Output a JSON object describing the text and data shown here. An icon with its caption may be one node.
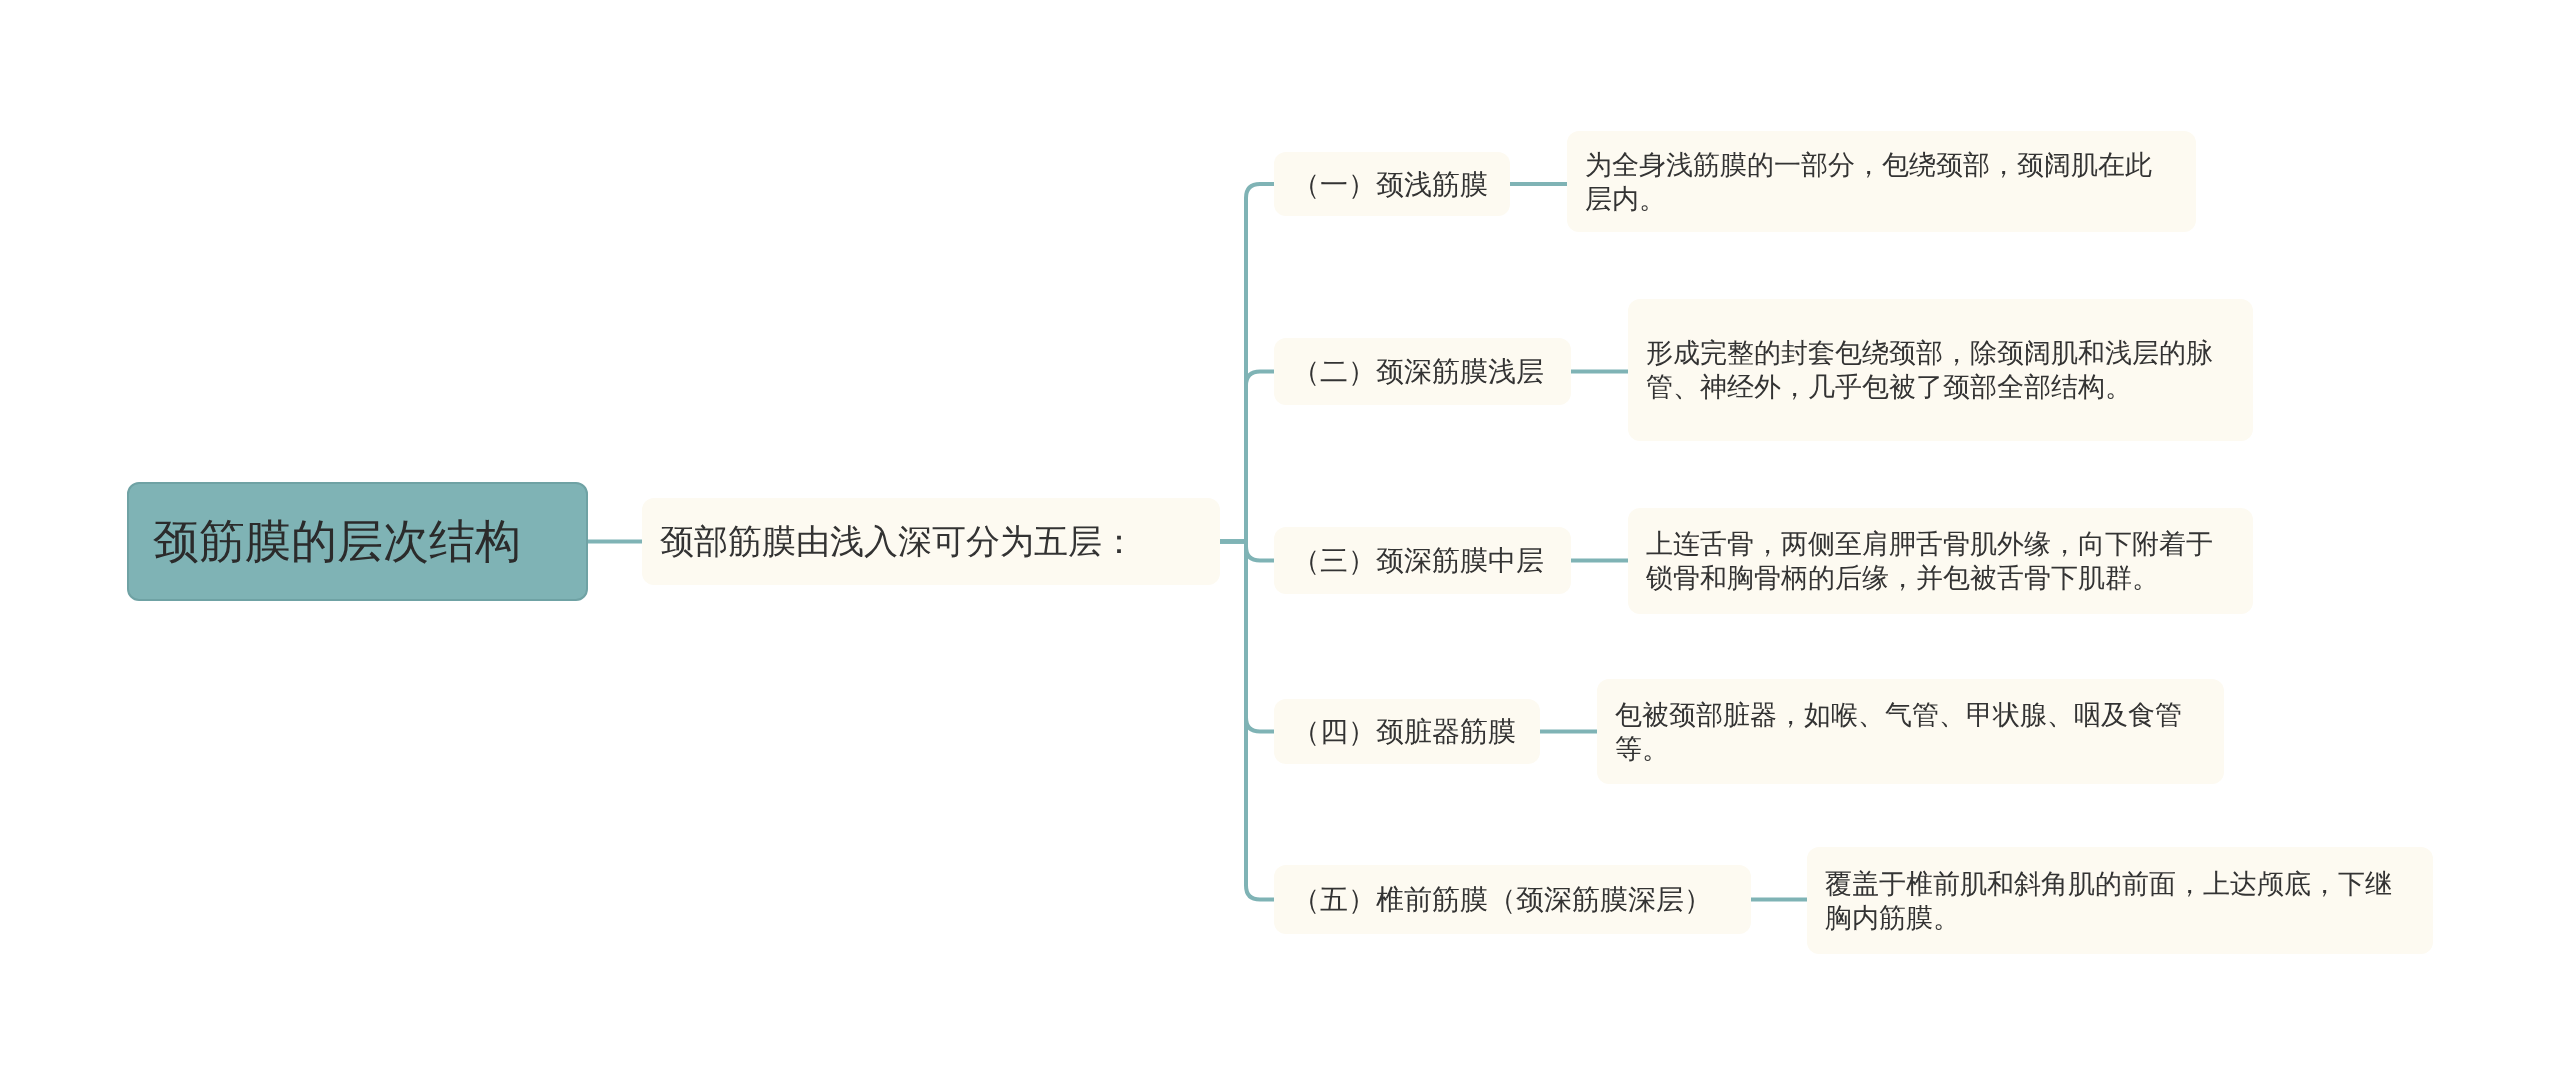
{
  "diagram": {
    "nodes": [
      {
        "text": [
          "颈筋膜的层次结构"
        ]
      },
      {
        "text": [
          "颈部筋膜由浅入深可分为五层："
        ]
      },
      {
        "text": [
          "（一）颈浅筋膜"
        ]
      },
      {
        "text": [
          "为全身浅筋膜的一部分，包绕颈部，颈阔肌在此层内。"
        ]
      },
      {
        "text": [
          "（二）颈深筋膜浅层"
        ]
      },
      {
        "text": [
          "形成完整的封套包绕颈部，除颈阔肌和浅层的脉管、神经外，几乎包被了颈部全部结构。"
        ]
      },
      {
        "text": [
          "（三）颈深筋膜中层"
        ]
      },
      {
        "text": [
          "上连舌骨，两侧至肩胛舌骨肌外缘，向下附着于锁骨和胸骨柄的后缘，并包被舌骨下肌群。"
        ]
      },
      {
        "text": [
          "（四）颈脏器筋膜"
        ]
      },
      {
        "text": [
          "包被颈部脏器，如喉、气管、甲状腺、咽及食管等。"
        ]
      },
      {
        "text": [
          "（五）椎前筋膜（颈深筋膜深层）"
        ]
      },
      {
        "text": [
          "覆盖于椎前肌和斜角肌的前面，上达颅底，下继胸内筋膜。"
        ]
      }
    ],
    "edges": [
      {
        "from": 0,
        "to": 1,
        "arrow": "none"
      },
      {
        "from": 1,
        "to": 2,
        "arrow": "none"
      },
      {
        "from": 1,
        "to": 4,
        "arrow": "none"
      },
      {
        "from": 1,
        "to": 6,
        "arrow": "none"
      },
      {
        "from": 1,
        "to": 8,
        "arrow": "none"
      },
      {
        "from": 1,
        "to": 10,
        "arrow": "none"
      },
      {
        "from": 2,
        "to": 3,
        "arrow": "none"
      },
      {
        "from": 4,
        "to": 5,
        "arrow": "none"
      },
      {
        "from": 6,
        "to": 7,
        "arrow": "none"
      },
      {
        "from": 8,
        "to": 9,
        "arrow": "none"
      },
      {
        "from": 10,
        "to": 11,
        "arrow": "none"
      }
    ]
  }
}
